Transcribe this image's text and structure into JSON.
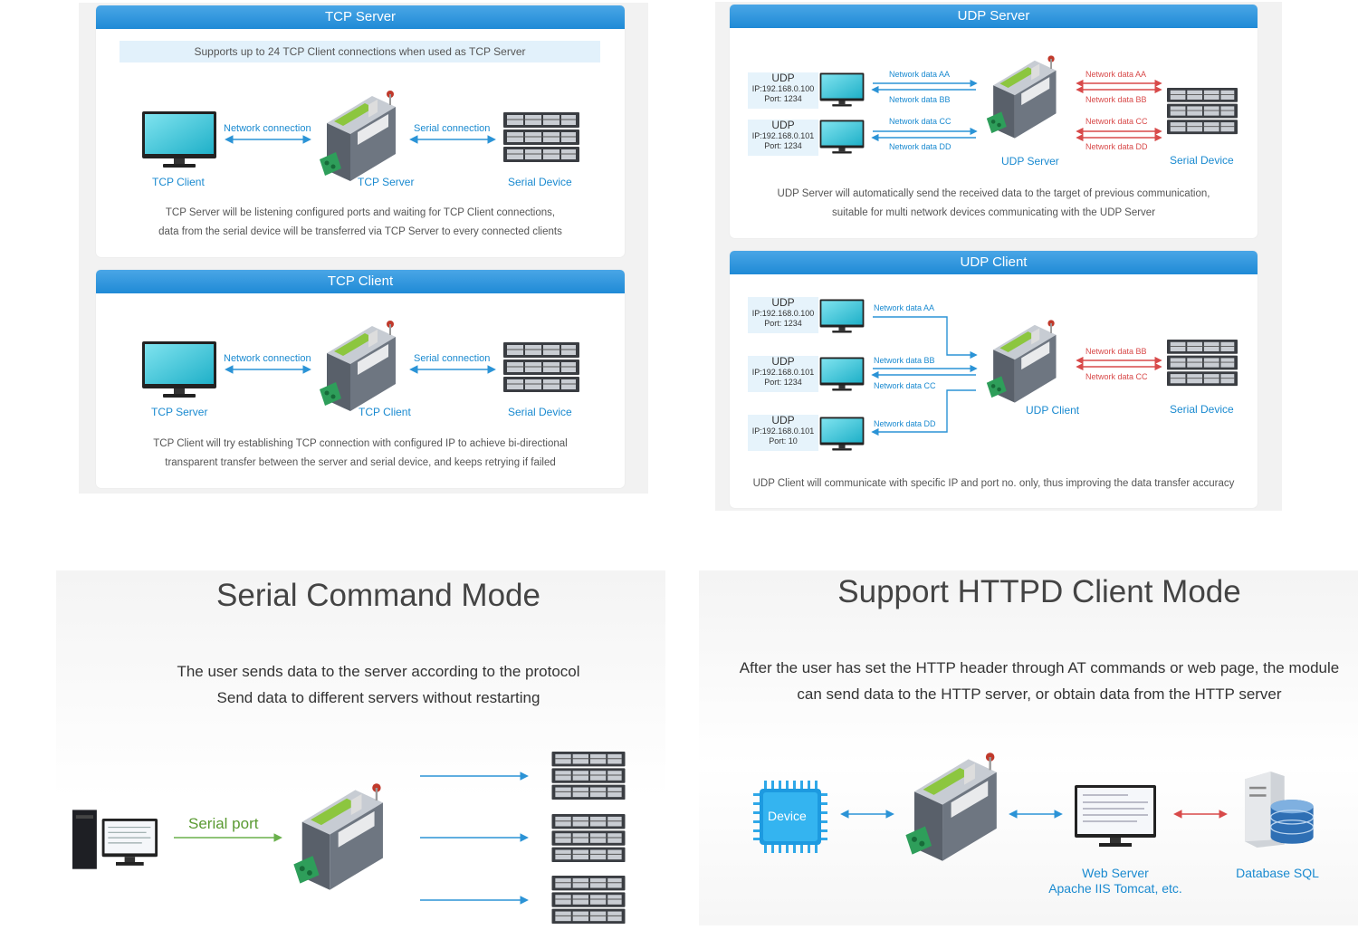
{
  "tcp_server": {
    "title": "TCP Server",
    "note": "Supports up to 24 TCP Client connections when used as TCP Server",
    "left_label": "TCP Client",
    "center_label": "TCP Server",
    "right_label": "Serial Device",
    "link_left": "Network connection",
    "link_right": "Serial connection",
    "desc_line1": "TCP Server will be listening configured ports and waiting for TCP Client connections,",
    "desc_line2": "data from the serial device will be transferred via TCP Server to every connected clients"
  },
  "tcp_client": {
    "title": "TCP Client",
    "left_label": "TCP Server",
    "center_label": "TCP Client",
    "right_label": "Serial Device",
    "link_left": "Network connection",
    "link_right": "Serial connection",
    "desc_line1": "TCP Client will try establishing TCP connection with configured IP to achieve bi-directional",
    "desc_line2": "transparent transfer between the server and serial device, and keeps retrying if failed"
  },
  "udp_server": {
    "title": "UDP Server",
    "hosts": [
      {
        "proto": "UDP",
        "ip": "IP:192.168.0.100",
        "port": "Port: 1234"
      },
      {
        "proto": "UDP",
        "ip": "IP:192.168.0.101",
        "port": "Port: 1234"
      }
    ],
    "net_labels": [
      "Network data AA",
      "Network data BB",
      "Network data CC",
      "Network data DD"
    ],
    "serial_labels": [
      "Network data AA",
      "Network data BB",
      "Network data CC",
      "Network data DD"
    ],
    "center_label": "UDP Server",
    "right_label": "Serial Device",
    "desc_line1": "UDP Server will automatically send the received data to the target of previous communication,",
    "desc_line2": "suitable for multi network devices communicating with the UDP Server"
  },
  "udp_client": {
    "title": "UDP Client",
    "hosts": [
      {
        "proto": "UDP",
        "ip": "IP:192.168.0.100",
        "port": "Port: 1234"
      },
      {
        "proto": "UDP",
        "ip": "IP:192.168.0.101",
        "port": "Port: 1234"
      },
      {
        "proto": "UDP",
        "ip": "IP:192.168.0.101",
        "port": "Port: 10"
      }
    ],
    "net_labels": [
      "Network data AA",
      "Network data BB",
      "Network data CC",
      "Network data DD"
    ],
    "serial_labels": [
      "Network data BB",
      "Network data CC"
    ],
    "center_label": "UDP Client",
    "right_label": "Serial Device",
    "desc": "UDP Client will communicate with specific IP and port no. only, thus improving the data transfer accuracy"
  },
  "serial_command": {
    "title": "Serial Command Mode",
    "line1": "The user sends data to the server according to the protocol",
    "line2": "Send data to different servers without restarting",
    "port_label": "Serial port"
  },
  "httpd": {
    "title": "Support HTTPD Client Mode",
    "line1": "After the user has set the HTTP header through AT commands or web page, the module",
    "line2": "can send data to the HTTP server, or obtain data from the HTTP server",
    "device_label": "Device",
    "web_label1": "Web Server",
    "web_label2": "Apache IIS Tomcat, etc.",
    "db_label": "Database SQL"
  },
  "colors": {
    "header_blue": "#1f8ad6",
    "label_blue": "#1a8ad0",
    "arrow_red": "#d84a4a",
    "arrow_green": "#6ab04c"
  }
}
